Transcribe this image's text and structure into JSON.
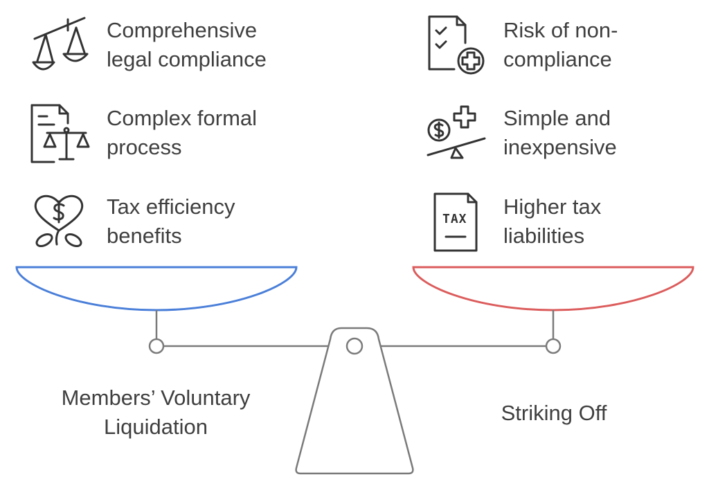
{
  "left_side": {
    "option_label": "Members’ Voluntary\nLiquidation",
    "pan_color": "#4a7fd9",
    "items": [
      {
        "icon": "legal-scales-icon",
        "label": "Comprehensive\nlegal compliance"
      },
      {
        "icon": "legal-document-icon",
        "label": "Complex formal\nprocess"
      },
      {
        "icon": "heart-dollar-icon",
        "label": "Tax efficiency\nbenefits"
      }
    ]
  },
  "right_side": {
    "option_label": "Striking Off",
    "pan_color": "#dc5c5c",
    "items": [
      {
        "icon": "checklist-plus-icon",
        "label": "Risk of non-\ncompliance"
      },
      {
        "icon": "seesaw-dollar-icon",
        "label": "Simple and\ninexpensive"
      },
      {
        "icon": "tax-document-icon",
        "label": "Higher tax\nliabilities"
      }
    ]
  },
  "tax_icon_text": "TAX"
}
